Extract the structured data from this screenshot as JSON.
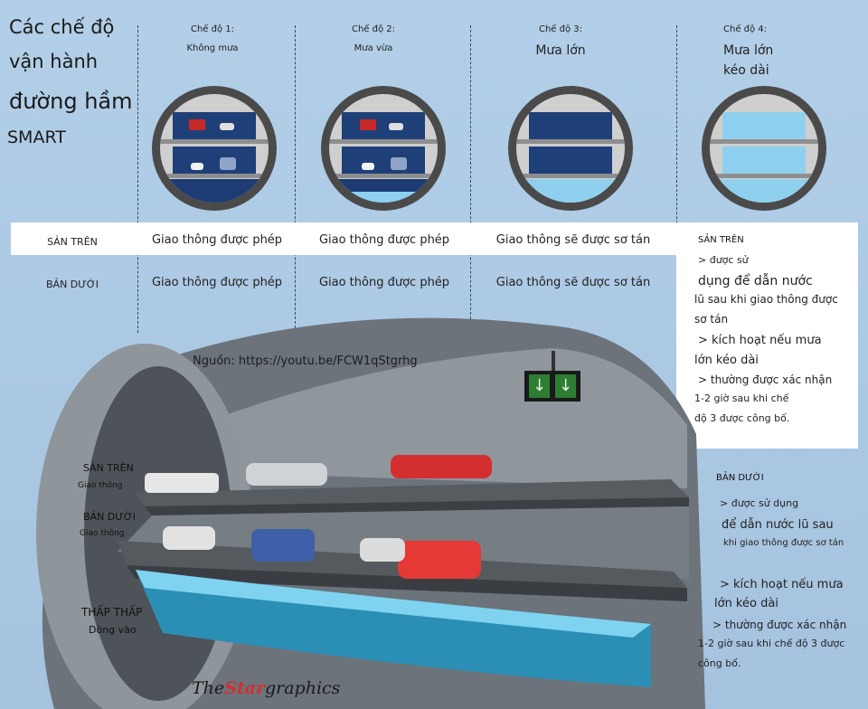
{
  "title_lines": [
    "Các chế độ",
    "vận hành",
    "đường hầm",
    "SMART"
  ],
  "modes": [
    {
      "line1": "Chế độ 1:",
      "line2": "Không mưa"
    },
    {
      "line1": "Chế độ 2:",
      "line2": "Mưa vừa"
    },
    {
      "line1": "Chế độ 3:",
      "line2": "Mưa lớn"
    },
    {
      "line1": "Chế độ 4:",
      "line2": "Mưa lớn",
      "line3": "kéo dài"
    }
  ],
  "rows": {
    "upper_label": "SẢN TRÊN",
    "lower_label": "BẢN DƯỚI",
    "upper": [
      "Giao thông được phép",
      "Giao thông được phép",
      "Giao thông sẽ được sơ tán"
    ],
    "lower": [
      "Giao thông được phép",
      "Giao thông được phép",
      "Giao thông sẽ được sơ tán"
    ]
  },
  "mode4_notes": {
    "heading": "SẢN TRÊN",
    "lines": [
      "> được sử",
      "dụng để dẫn nước",
      "lũ sau khi giao thông được",
      "sơ tán",
      "> kích hoạt nếu mưa",
      "lớn kéo dài",
      "> thường được xác nhận",
      "1-2 giờ sau khi chế",
      "độ 3 được công bố."
    ]
  },
  "source": "Nguồn: https://youtu.be/FCW1qStgrhg",
  "tunnel_labels": {
    "upper_title": "SẢN TRÊN",
    "upper_sub": "Giao thông",
    "lower_title": "BẢN DƯỚI",
    "lower_sub": "Giao thông",
    "bottom_title": "THẤP THẤP",
    "bottom_sub": "Dòng vào"
  },
  "lower_notes": {
    "heading": "BẢN DƯỚI",
    "lines": [
      "> được sử dụng",
      "để dẫn nước lũ sau",
      "khi giao thông được sơ tán",
      "> kích hoạt nếu mưa",
      "lớn kéo dài",
      "> thường được xác nhận",
      "1-2 giờ sau khi chế độ 3 được",
      "công bố."
    ]
  },
  "brand": {
    "part1": "The",
    "part2": "Star",
    "part3": "graphics"
  },
  "colors": {
    "lane": "#1f3f78",
    "water": "#8fd0ef",
    "arrow": "#2e7d32"
  },
  "arrow_glyphs": [
    "↓",
    "↓"
  ]
}
